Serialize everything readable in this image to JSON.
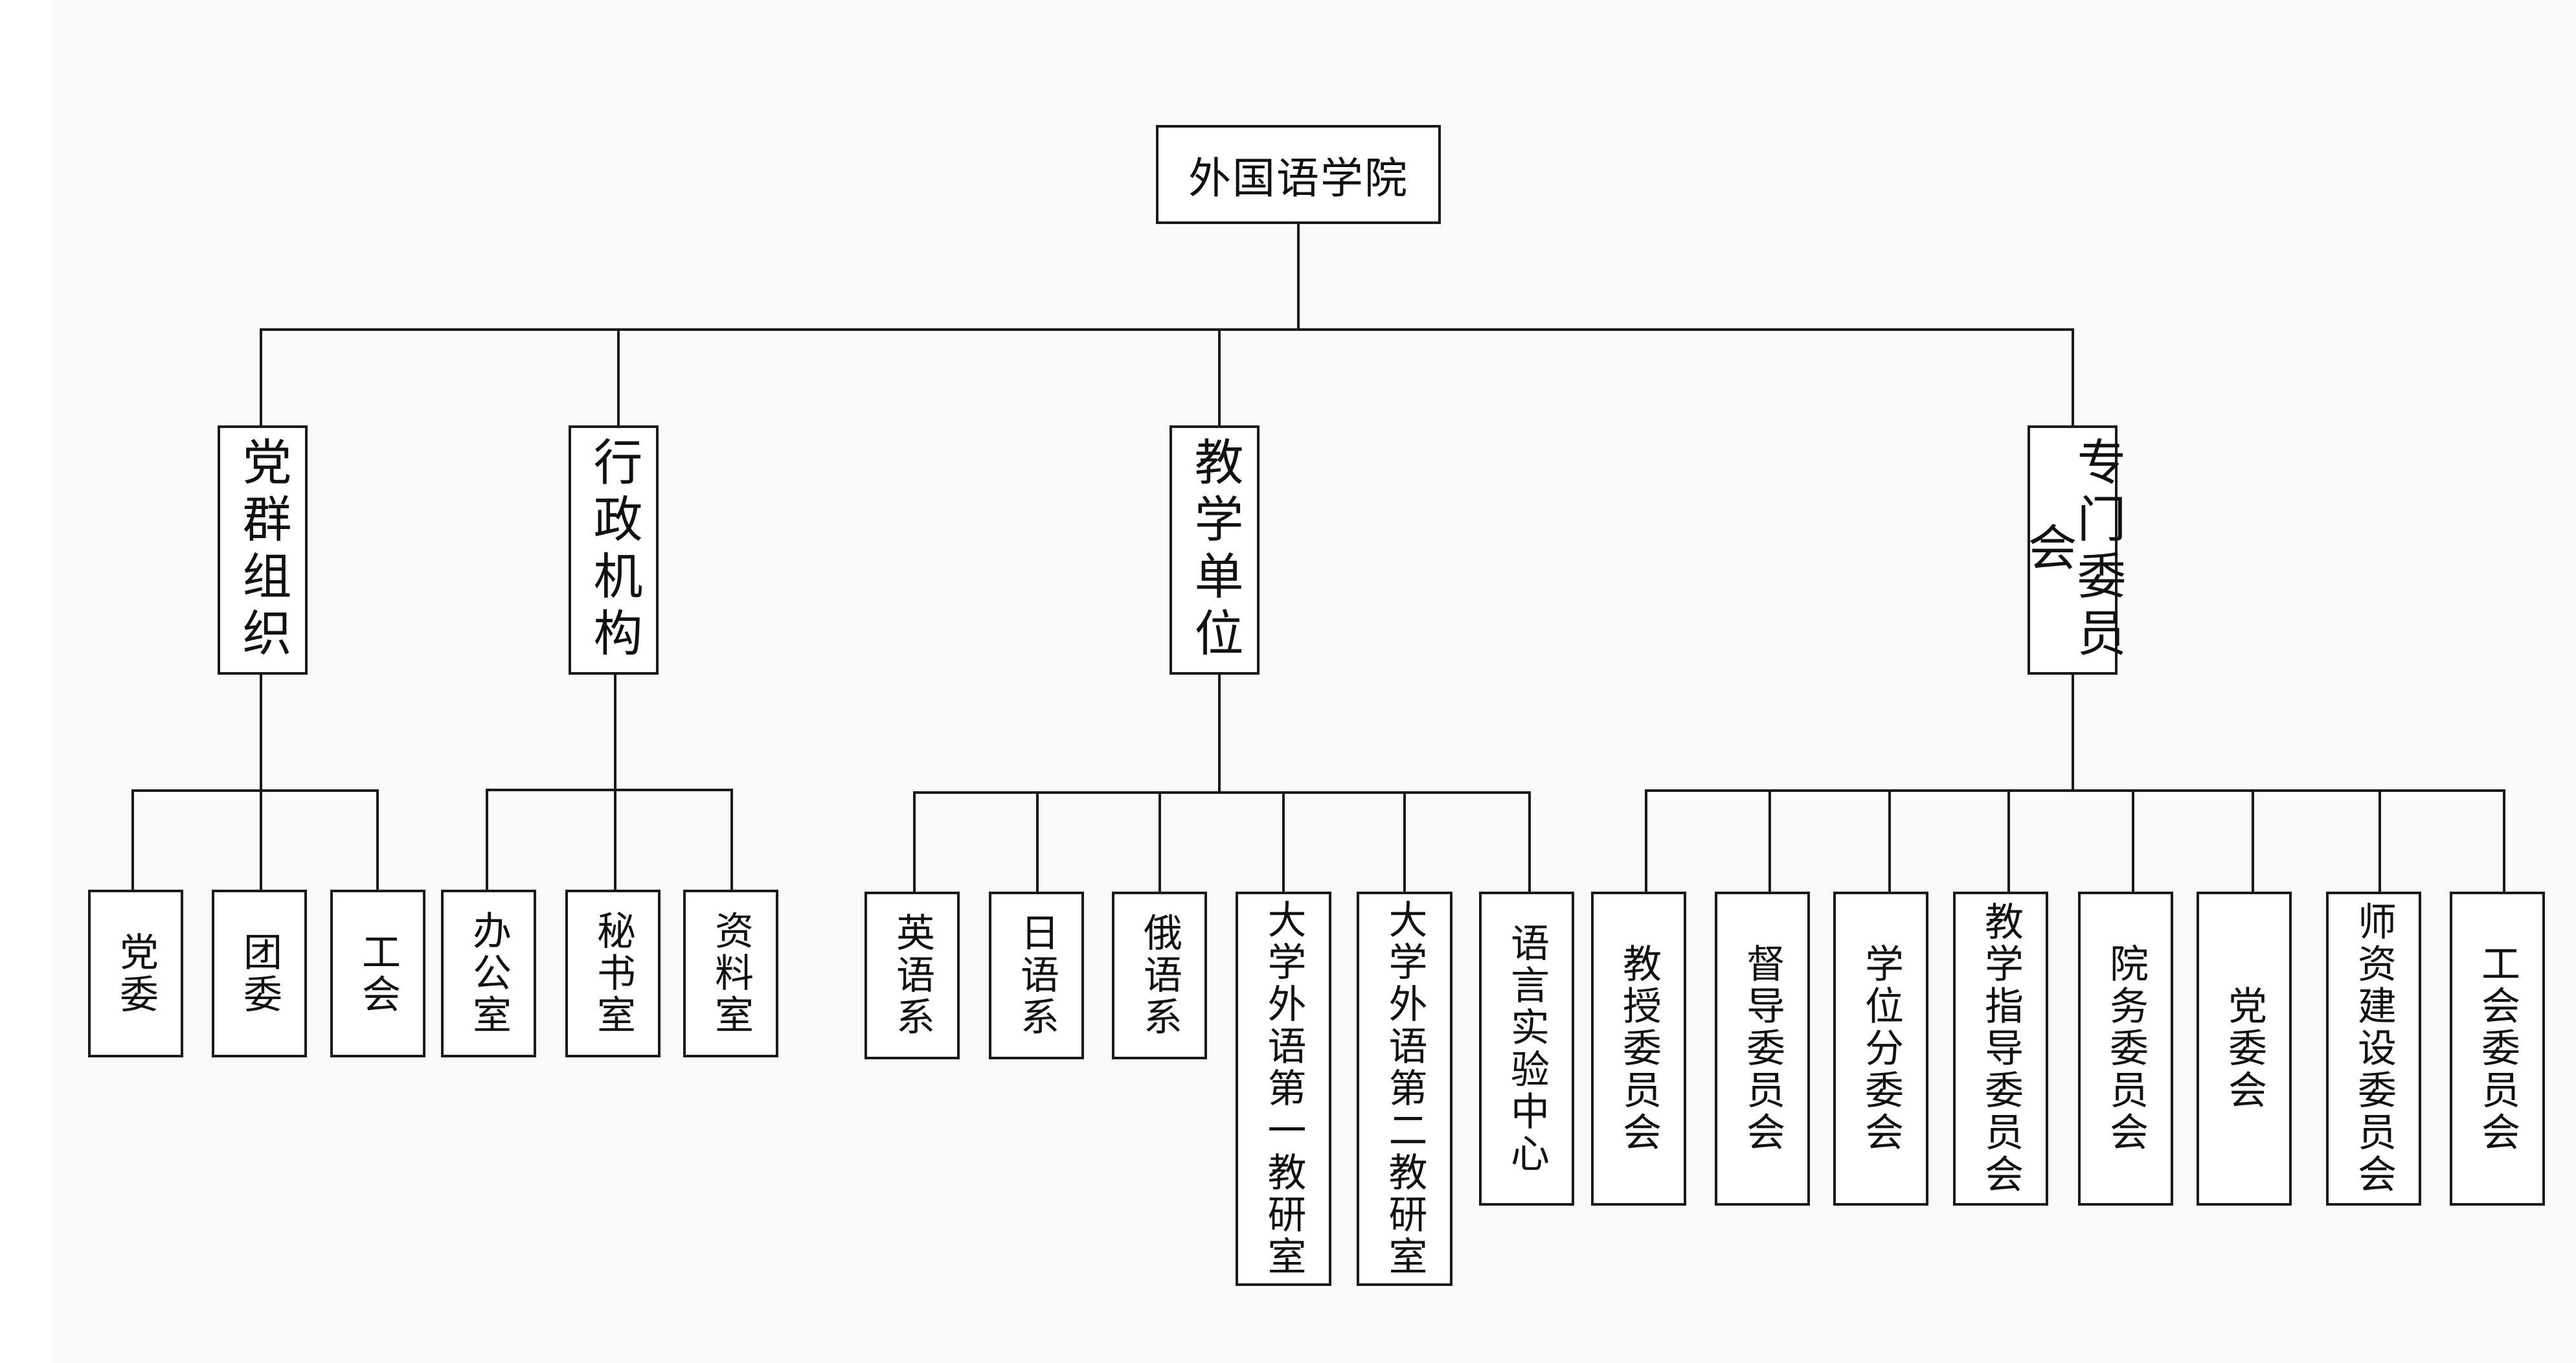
{
  "diagram": {
    "root": {
      "label": "外国语学院"
    },
    "groups": [
      {
        "label": "党群组织",
        "children": [
          "党委",
          "团委",
          "工会"
        ]
      },
      {
        "label": "行政机构",
        "children": [
          "办公室",
          "秘书室",
          "资料室"
        ]
      },
      {
        "label": "教学单位",
        "children": [
          "英语系",
          "日语系",
          "俄语系",
          "大学外语第一教研室",
          "大学外语第二教研室",
          "语言实验中心"
        ]
      },
      {
        "label": "专门委员会",
        "children": [
          "教授委员会",
          "督导委员会",
          "学位分委会",
          "教学指导委员会",
          "院务委员会",
          "党委会",
          "师资建设委员会",
          "工会委员会"
        ]
      }
    ]
  },
  "colors": {
    "line": "#1a1a1a",
    "box_fill": "#ffffff",
    "text": "#111111",
    "background": "#fafafa"
  }
}
